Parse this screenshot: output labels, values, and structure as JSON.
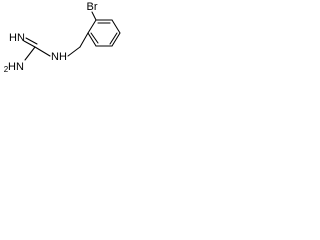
{
  "molecule": {
    "labels": {
      "bromine": "Br",
      "imine": "HN",
      "amine_n": "N",
      "amine_h2": "H",
      "amine_sub": "2",
      "linker_nh": "NH"
    }
  }
}
